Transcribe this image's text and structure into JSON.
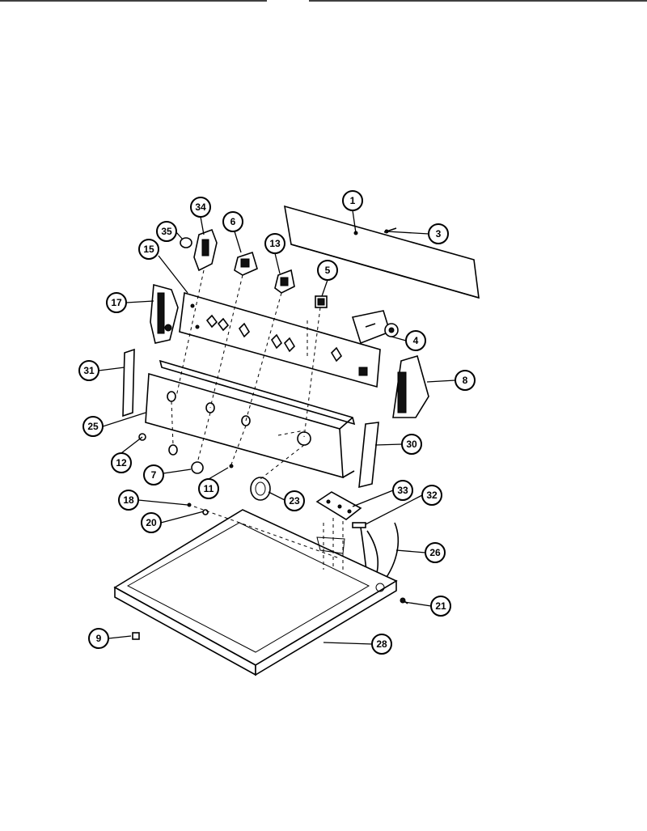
{
  "callouts": [
    {
      "id": "c1",
      "label": "1"
    },
    {
      "id": "c3",
      "label": "3"
    },
    {
      "id": "c34",
      "label": "34"
    },
    {
      "id": "c6",
      "label": "6"
    },
    {
      "id": "c35",
      "label": "35"
    },
    {
      "id": "c13",
      "label": "13"
    },
    {
      "id": "c15",
      "label": "15"
    },
    {
      "id": "c5",
      "label": "5"
    },
    {
      "id": "c17",
      "label": "17"
    },
    {
      "id": "c4",
      "label": "4"
    },
    {
      "id": "c31",
      "label": "31"
    },
    {
      "id": "c8",
      "label": "8"
    },
    {
      "id": "c25",
      "label": "25"
    },
    {
      "id": "c30",
      "label": "30"
    },
    {
      "id": "c12",
      "label": "12"
    },
    {
      "id": "c7",
      "label": "7"
    },
    {
      "id": "c11",
      "label": "11"
    },
    {
      "id": "c18",
      "label": "18"
    },
    {
      "id": "c23",
      "label": "23"
    },
    {
      "id": "c33",
      "label": "33"
    },
    {
      "id": "c32",
      "label": "32"
    },
    {
      "id": "c20",
      "label": "20"
    },
    {
      "id": "c26",
      "label": "26"
    },
    {
      "id": "c21",
      "label": "21"
    },
    {
      "id": "c9",
      "label": "9"
    },
    {
      "id": "c28",
      "label": "28"
    }
  ]
}
